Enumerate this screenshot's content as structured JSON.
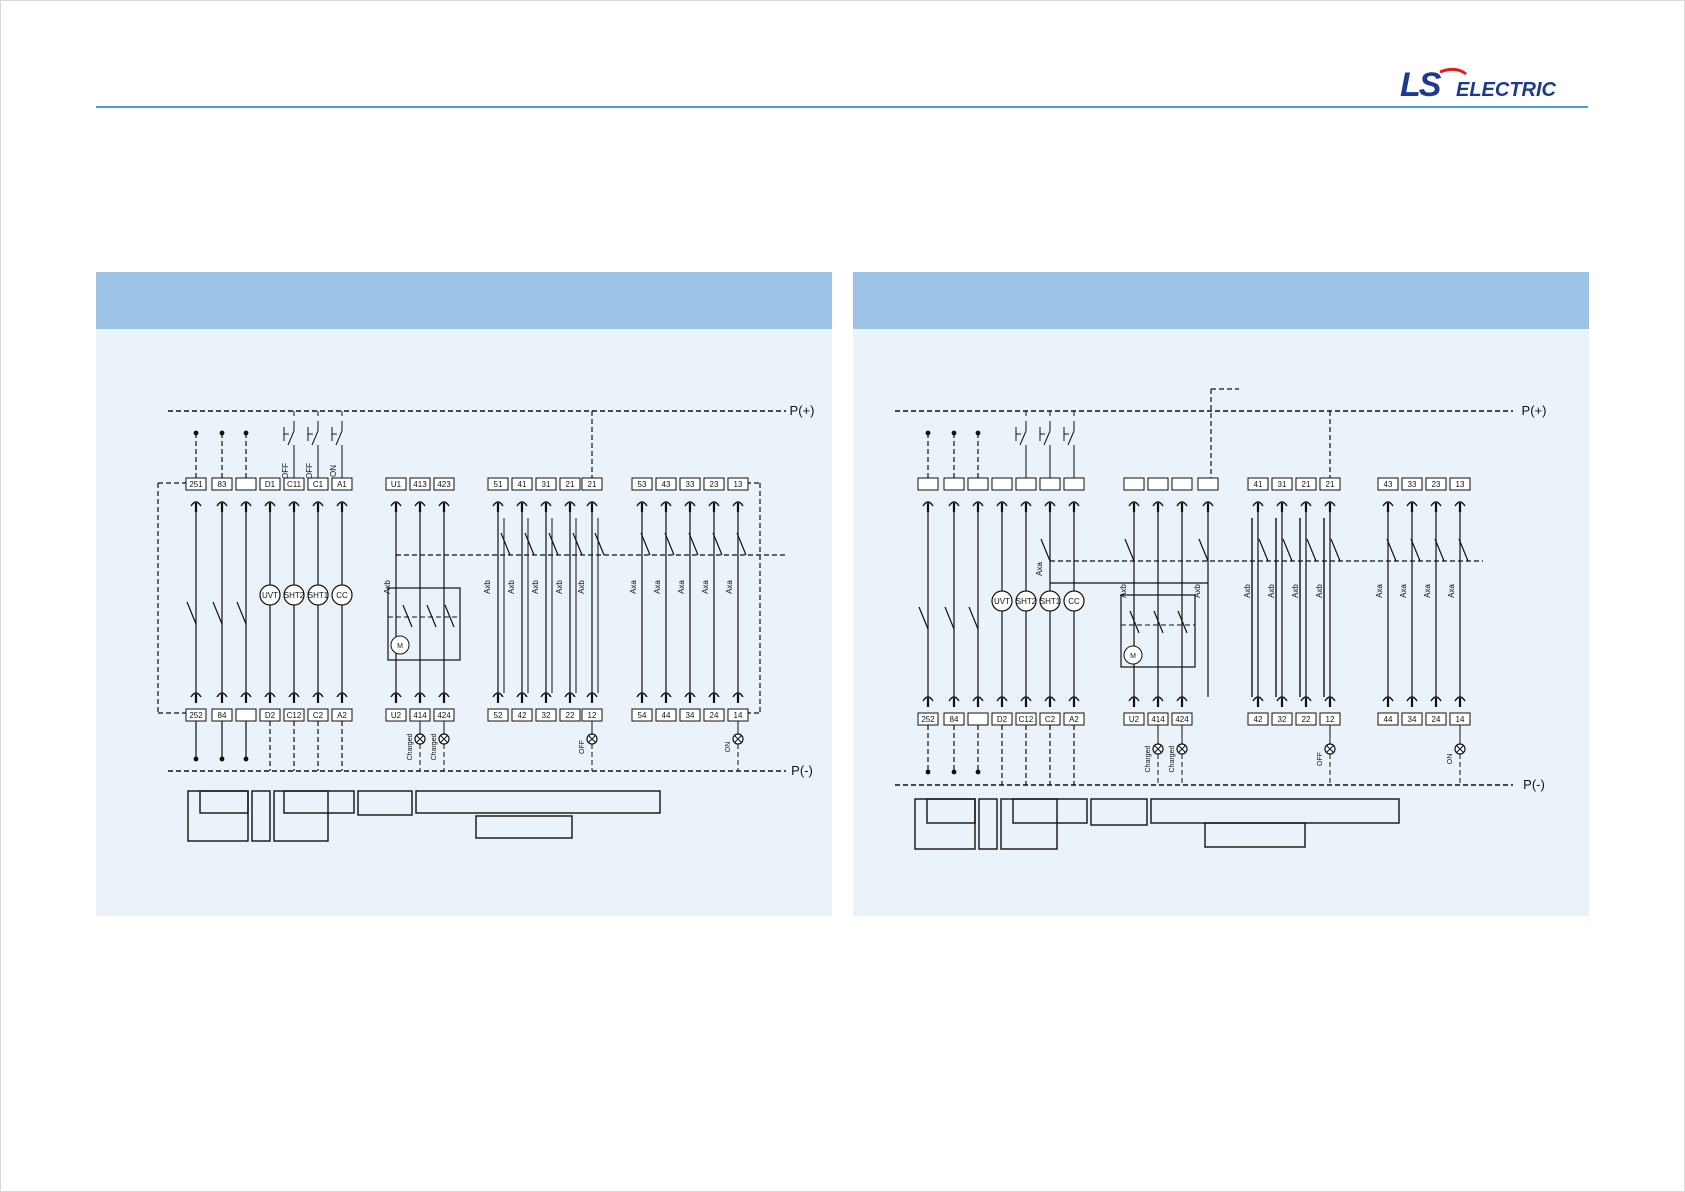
{
  "brand": {
    "logo_ls": "LS",
    "logo_electric": "ELECTRIC",
    "accent": "#1e3a8a",
    "rule_color": "#4aa3df"
  },
  "panels": [
    {
      "id": "left",
      "p_plus": "P(+)",
      "p_minus": "P(-)",
      "top_terminals": [
        "251",
        "83",
        "",
        "D1",
        "C11",
        "C1",
        "A1",
        "U1",
        "413",
        "423",
        "51",
        "41",
        "31",
        "21",
        "21",
        "53",
        "43",
        "33",
        "23",
        "13"
      ],
      "bottom_terminals": [
        "252",
        "84",
        "",
        "D2",
        "C12",
        "C2",
        "A2",
        "U2",
        "414",
        "424",
        "52",
        "42",
        "32",
        "22",
        "12",
        "54",
        "44",
        "34",
        "24",
        "14"
      ],
      "coils": [
        "UVT",
        "SHT2",
        "SHT1",
        "CC"
      ],
      "motor": "M",
      "switch_labels": [
        "OFF",
        "OFF",
        "ON"
      ],
      "axb_labels": [
        "Axb",
        "Axb",
        "Axb",
        "Axb",
        "Axb",
        "Axb"
      ],
      "axa_labels": [
        "Axa",
        "Axa",
        "Axa",
        "Axa",
        "Axa"
      ],
      "lamp_labels": [
        "Charged",
        "Charged",
        "OFF",
        "ON"
      ]
    },
    {
      "id": "right",
      "p_plus": "P(+)",
      "p_minus": "P(-)",
      "top_terminals": [
        "",
        "",
        "",
        "",
        "",
        "",
        "",
        "",
        "",
        "",
        "",
        "41",
        "31",
        "21",
        "21",
        "43",
        "33",
        "23",
        "13"
      ],
      "bottom_terminals": [
        "252",
        "84",
        "",
        "D2",
        "C12",
        "C2",
        "A2",
        "U2",
        "414",
        "424",
        "42",
        "32",
        "22",
        "12",
        "44",
        "34",
        "24",
        "14"
      ],
      "coils": [
        "UVT",
        "SHT2",
        "SHT1",
        "CC"
      ],
      "motor": "M",
      "axa_top_label": "Axa",
      "axb_labels": [
        "Axb",
        "Axb",
        "Axb",
        "Axb",
        "Axb",
        "Axb"
      ],
      "axa_labels": [
        "Axa",
        "Axa",
        "Axa",
        "Axa"
      ],
      "lamp_labels": [
        "Charged",
        "Charged",
        "OFF",
        "ON"
      ]
    }
  ]
}
